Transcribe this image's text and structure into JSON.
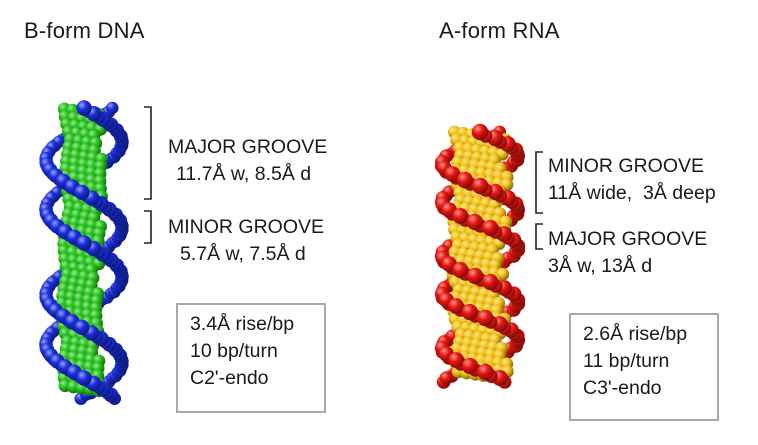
{
  "dna": {
    "title": "B-form DNA",
    "major_groove": {
      "label": "MAJOR GROOVE",
      "dims": "11.7Å w, 8.5Å d"
    },
    "minor_groove": {
      "label": "MINOR GROOVE",
      "dims": "5.7Å w, 7.5Å d"
    },
    "stats": {
      "rise": "3.4Å rise/bp",
      "turn": "10 bp/turn",
      "pucker": "C2'-endo"
    },
    "colors": {
      "backbone": "#1a2fe0",
      "bases": "#27c41c"
    }
  },
  "rna": {
    "title": "A-form RNA",
    "minor_groove": {
      "label": "MINOR GROOVE",
      "dims": "11Å wide,  3Å deep"
    },
    "major_groove": {
      "label": "MAJOR GROOVE",
      "dims": "3Å w, 13Å d"
    },
    "stats": {
      "rise": "2.6Å rise/bp",
      "turn": "11 bp/turn",
      "pucker": "C3'-endo"
    },
    "colors": {
      "backbone": "#e8160e",
      "bases": "#f3c418"
    }
  }
}
